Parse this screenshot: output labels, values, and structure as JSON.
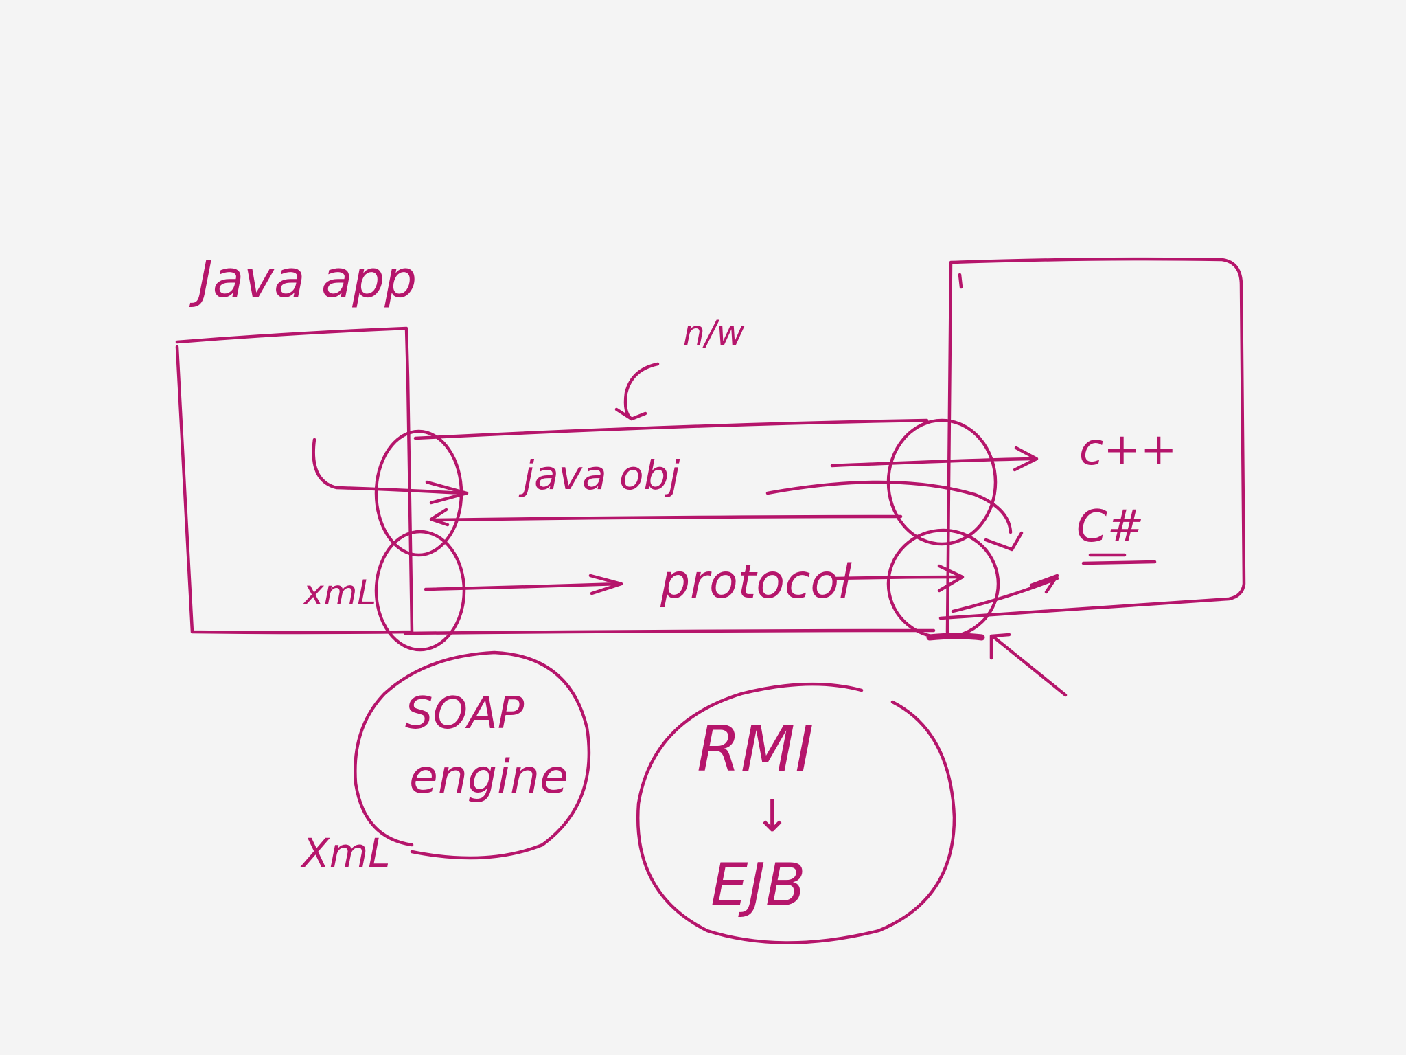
{
  "labels": {
    "java_app": "Java app",
    "network": "n/w",
    "java_obj": "java obj",
    "cpp": "c++",
    "csharp": "C#",
    "xml_left": "xmL",
    "protocol": "protocol",
    "soap_line1": "SOAP",
    "soap_line2": "engine",
    "xml_bottom": "XmL",
    "rmi": "RMI",
    "rmi_arrow": "↓",
    "ejb": "EJB"
  },
  "colors": {
    "ink": "#b5156b",
    "background": "#f4f4f4"
  }
}
